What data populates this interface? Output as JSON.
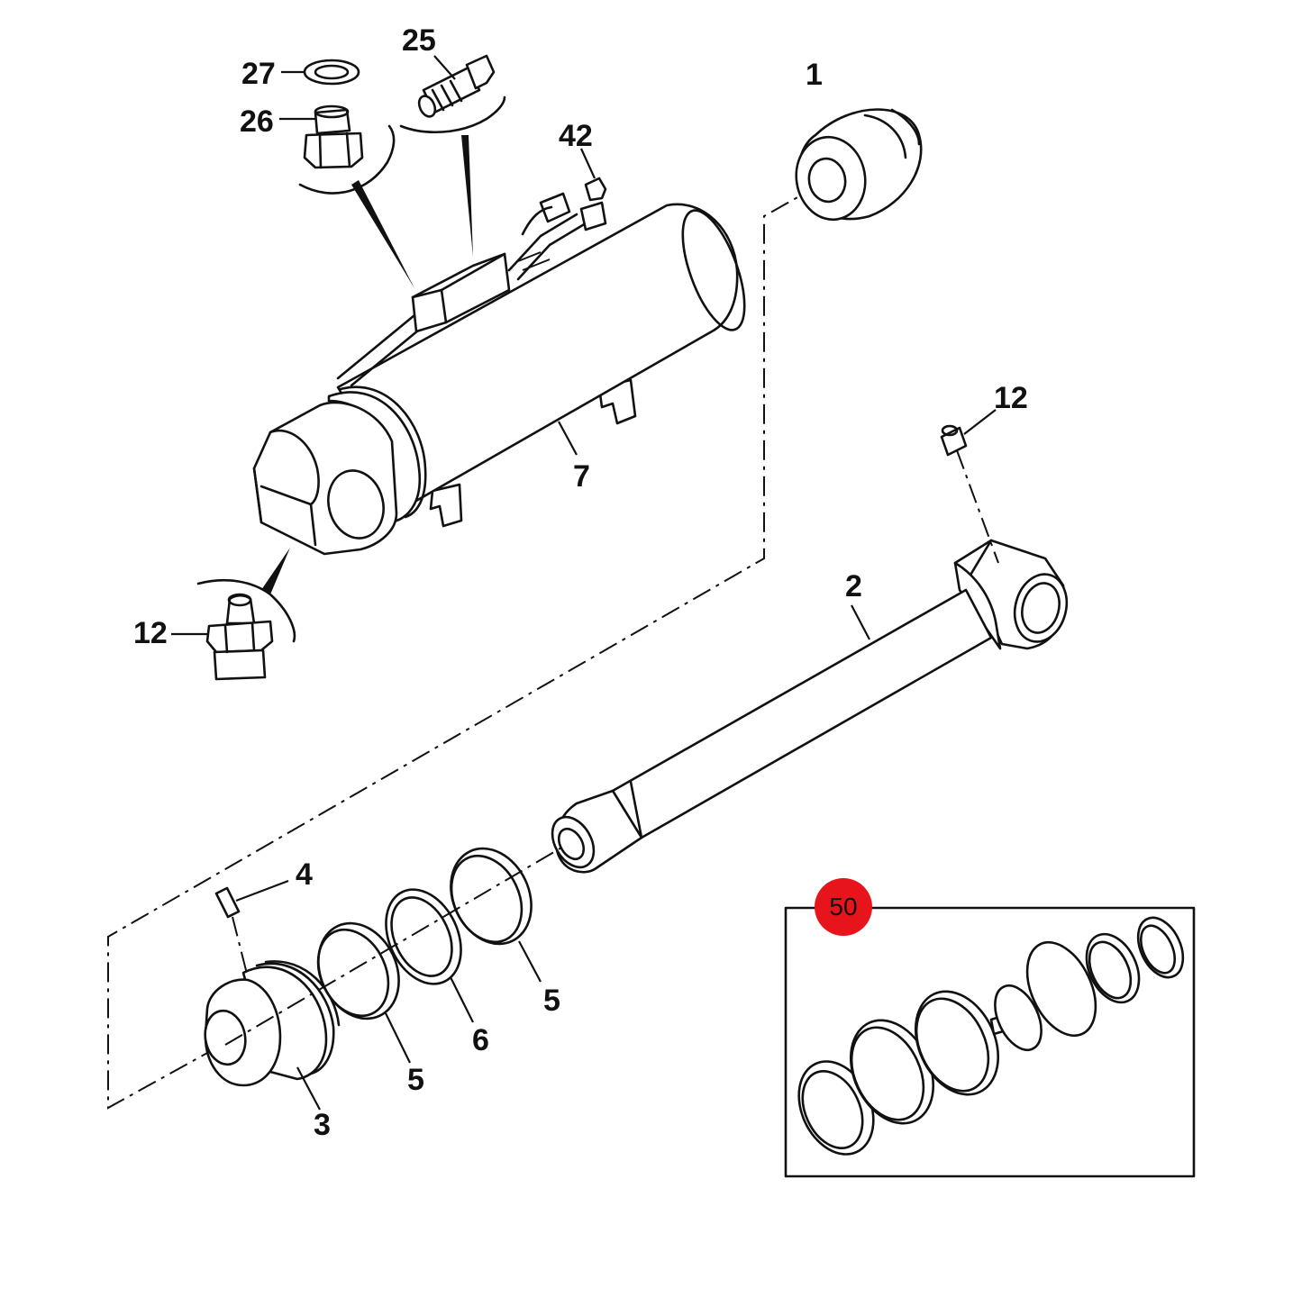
{
  "diagram": {
    "labels": {
      "p1": "1",
      "p2": "2",
      "p3": "3",
      "p4": "4",
      "p5a": "5",
      "p5b": "5",
      "p6": "6",
      "p7": "7",
      "p12a": "12",
      "p12b": "12",
      "p25": "25",
      "p26": "26",
      "p27": "27",
      "p42": "42"
    },
    "kit": {
      "badge": "50",
      "badge_color": "#e8141b"
    },
    "colors": {
      "line": "#111111",
      "background": "#ffffff"
    }
  }
}
